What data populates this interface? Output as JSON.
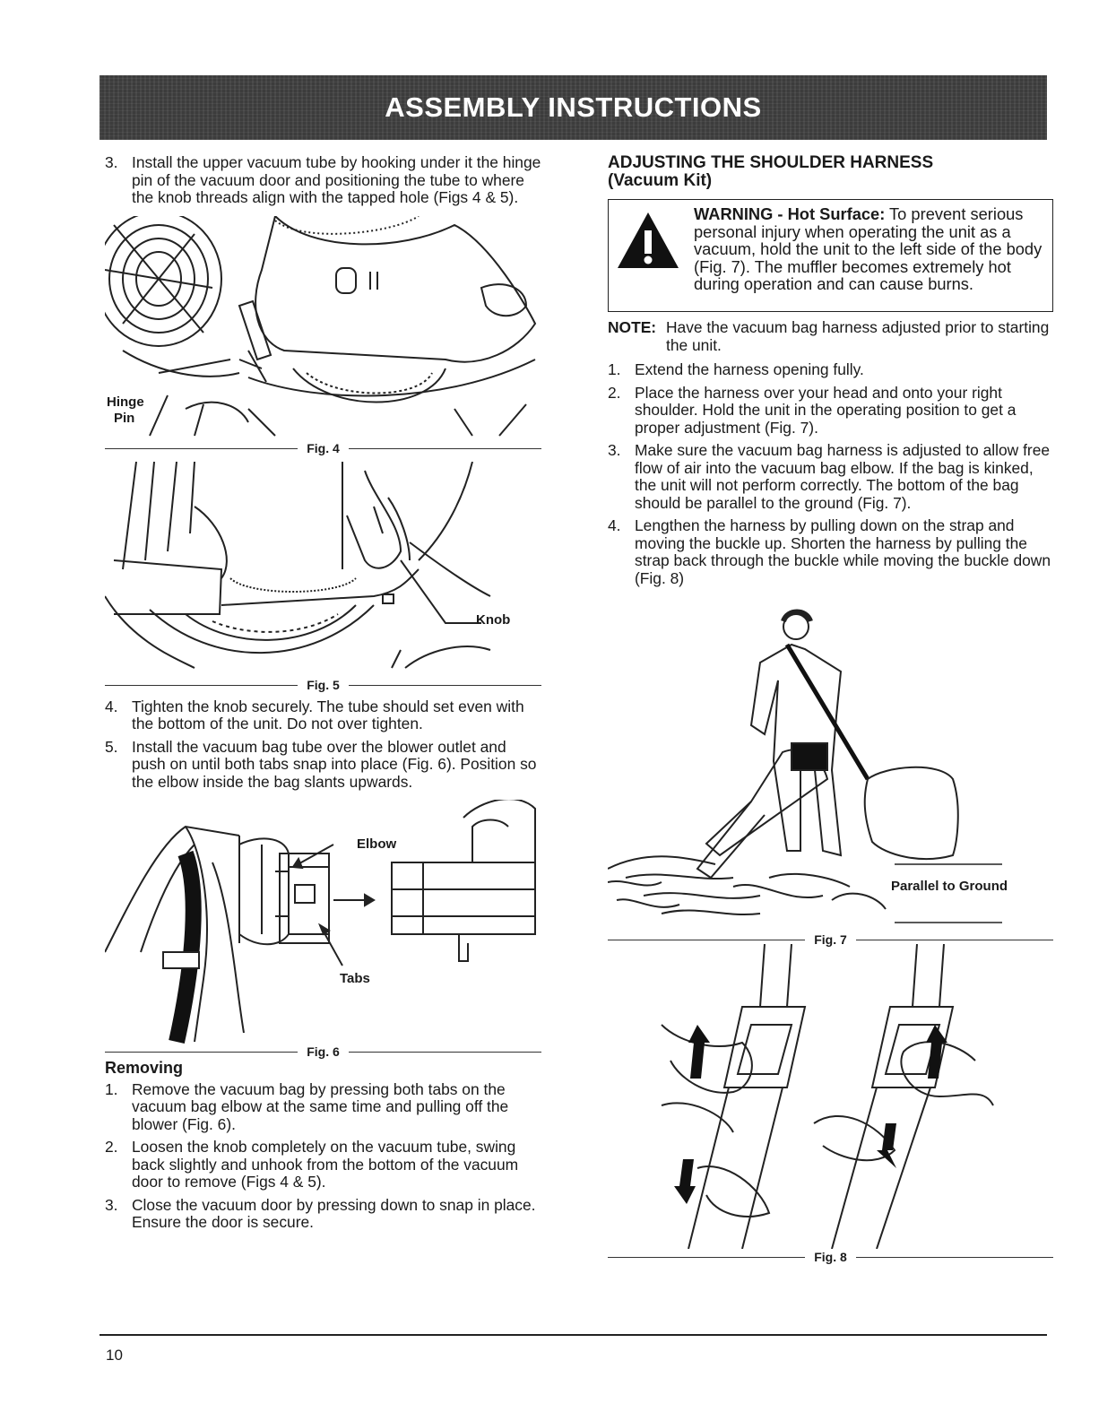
{
  "header": {
    "title": "ASSEMBLY INSTRUCTIONS"
  },
  "left": {
    "step3": {
      "num": "3.",
      "text": "Install the upper vacuum tube by hooking under it the hinge pin of the vacuum door and positioning the tube to where the knob threads align with the tapped hole (Figs 4 & 5)."
    },
    "fig4": {
      "caption": "Fig. 4",
      "hinge_label": "Hinge",
      "pin_label": "Pin"
    },
    "fig5": {
      "caption": "Fig. 5",
      "knob_label": "Knob"
    },
    "step4": {
      "num": "4.",
      "text": "Tighten the knob securely. The tube should set even with the bottom of the unit. Do not over tighten."
    },
    "step5": {
      "num": "5.",
      "text": "Install the vacuum bag tube over the blower outlet and push on until both tabs snap into place (Fig. 6). Position so the elbow inside the bag slants upwards."
    },
    "fig6": {
      "caption": "Fig. 6",
      "elbow_label": "Elbow",
      "tabs_label": "Tabs"
    },
    "removing": {
      "heading": "Removing",
      "items": [
        {
          "num": "1.",
          "text": "Remove the vacuum bag by pressing both tabs on the vacuum bag elbow at the same time and pulling off the blower (Fig. 6)."
        },
        {
          "num": "2.",
          "text": "Loosen the knob completely on the vacuum tube, swing back slightly and unhook from the bottom of the vacuum door to remove (Figs 4 & 5)."
        },
        {
          "num": "3.",
          "text": "Close the vacuum door by pressing down to snap in place. Ensure the door is secure."
        }
      ]
    }
  },
  "right": {
    "heading": "ADJUSTING THE SHOULDER HARNESS",
    "subheading": "(Vacuum Kit)",
    "warning": {
      "title": "WARNING - Hot Surface:",
      "text": "To prevent serious personal injury when operating the unit as a vacuum, hold the unit to the left side of the body (Fig. 7). The muffler becomes extremely hot during operation and can cause burns."
    },
    "note": {
      "label": "NOTE:",
      "text": "Have the vacuum bag harness adjusted prior to starting the unit."
    },
    "steps": [
      {
        "num": "1.",
        "text": "Extend the harness opening fully."
      },
      {
        "num": "2.",
        "text": "Place the harness over your head and onto your right shoulder. Hold the unit in the operating position to get a proper adjustment (Fig. 7)."
      },
      {
        "num": "3.",
        "text": "Make sure the vacuum bag harness is adjusted to allow free flow of air into the vacuum bag elbow. If the bag is kinked, the unit will not perform correctly. The bottom of the bag should be parallel to the ground (Fig. 7)."
      },
      {
        "num": "4.",
        "text": "Lengthen the harness by pulling down on the strap and moving the buckle up. Shorten the harness by pulling the strap back through the buckle while moving the buckle down (Fig. 8)"
      }
    ],
    "fig7": {
      "caption": "Fig. 7",
      "parallel_label": "Parallel to Ground"
    },
    "fig8": {
      "caption": "Fig. 8"
    }
  },
  "footer": {
    "page_number": "10"
  }
}
